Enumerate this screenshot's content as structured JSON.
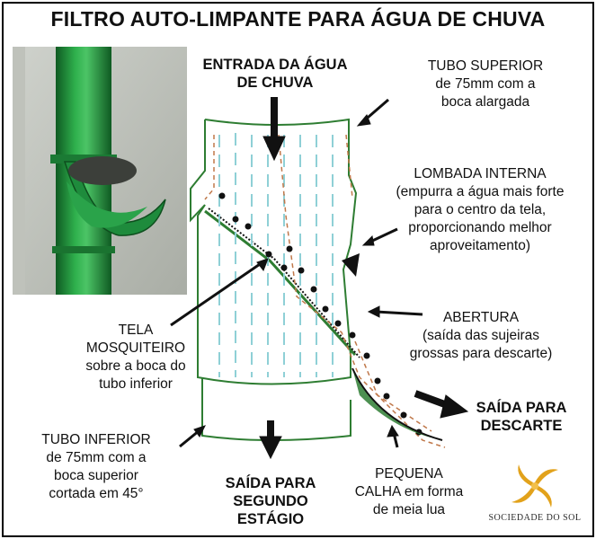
{
  "title": "FILTRO AUTO-LIMPANTE PARA ÁGUA DE CHUVA",
  "labels": {
    "inlet": "ENTRADA DA ÁGUA\nDE CHUVA",
    "upper_tube": "TUBO SUPERIOR\nde 75mm com a\nboca alargada",
    "bump": "LOMBADA INTERNA\n(empurra a água mais forte\npara o centro da tela,\nproporcionando melhor\naproveitamento)",
    "opening": "ABERTURA\n(saída das sujeiras\ngrossas para descarte)",
    "discharge": "SAÍDA PARA\nDESCARTE",
    "mesh": "TELA\nMOSQUITEIRO\nsobre a boca do\ntubo inferior",
    "lower_tube": "TUBO INFERIOR\nde 75mm com a\nboca superior\ncortada em 45°",
    "second_stage": "SAÍDA PARA\nSEGUNDO\nESTÁGIO",
    "gutter": "PEQUENA\nCALHA em forma\nde meia lua"
  },
  "logo": {
    "text": "SOCIEDADE DO SOL"
  },
  "colors": {
    "pipe_outline": "#2e7d32",
    "water_dashes": "#8fd0d6",
    "mesh_dashes": "#c0784a",
    "pipe_photo": "#1f8f3a",
    "logo_gold": "#e2a21b",
    "arrow": "#111111"
  },
  "icons": [
    "photo-green-pipe",
    "sun-logo-icon",
    "arrow-icon"
  ]
}
